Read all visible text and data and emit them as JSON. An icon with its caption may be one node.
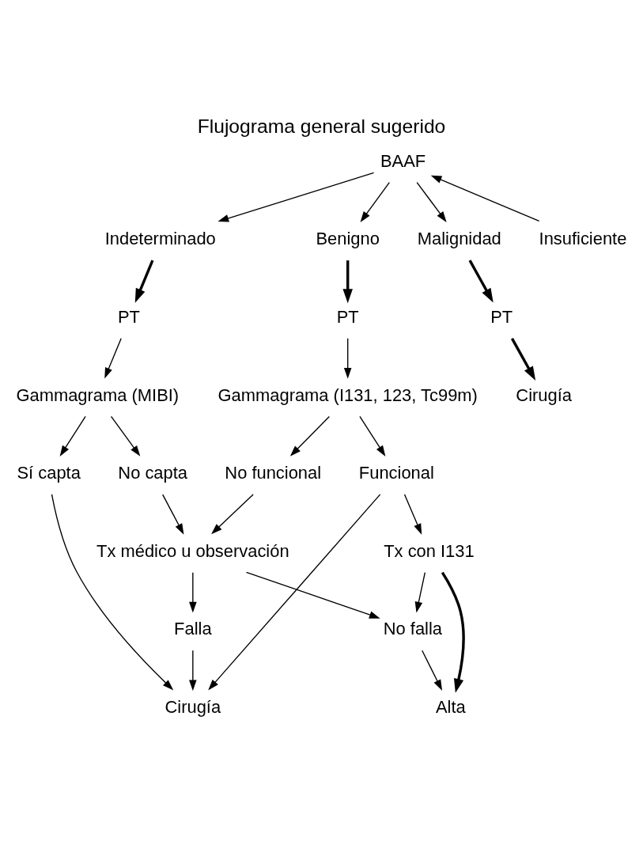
{
  "diagram": {
    "title": "Flujograma general sugerido",
    "nodes": [
      {
        "text": [
          "BAAF"
        ]
      },
      {
        "text": [
          "Insuficiente"
        ]
      },
      {
        "text": [
          "Benigno"
        ]
      },
      {
        "text": [
          "Malignidad"
        ]
      },
      {
        "text": [
          "Indeterminado"
        ]
      },
      {
        "text": [
          "PT"
        ]
      },
      {
        "text": [
          "PT"
        ]
      },
      {
        "text": [
          "PT"
        ]
      },
      {
        "text": [
          "Gammagrama (I131, 123, Tc99m)"
        ]
      },
      {
        "text": [
          "Cirugía"
        ]
      },
      {
        "text": [
          "Gammagrama (MIBI)"
        ]
      },
      {
        "text": [
          "Funcional"
        ]
      },
      {
        "text": [
          "No funcional"
        ]
      },
      {
        "text": [
          "No capta"
        ]
      },
      {
        "text": [
          "Sí capta"
        ]
      },
      {
        "text": [
          "Tx con I131"
        ]
      },
      {
        "text": [
          "Tx médico u observación"
        ]
      },
      {
        "text": [
          "No falla"
        ]
      },
      {
        "text": [
          "Falla"
        ]
      },
      {
        "text": [
          "Alta"
        ]
      },
      {
        "text": [
          "Cirugía"
        ]
      }
    ],
    "edges": [
      {
        "from": 1,
        "to": 0,
        "arrow": "to"
      },
      {
        "from": 0,
        "to": 2,
        "arrow": "to"
      },
      {
        "from": 0,
        "to": 3,
        "arrow": "to"
      },
      {
        "from": 0,
        "to": 4,
        "arrow": "to"
      },
      {
        "from": 2,
        "to": 5,
        "arrow": "to",
        "style": "thick"
      },
      {
        "from": 3,
        "to": 6,
        "arrow": "to",
        "style": "thick"
      },
      {
        "from": 4,
        "to": 7,
        "arrow": "to",
        "style": "thick"
      },
      {
        "from": 5,
        "to": 8,
        "arrow": "to"
      },
      {
        "from": 6,
        "to": 9,
        "arrow": "to",
        "style": "thick"
      },
      {
        "from": 7,
        "to": 10,
        "arrow": "to"
      },
      {
        "from": 8,
        "to": 11,
        "arrow": "to"
      },
      {
        "from": 8,
        "to": 12,
        "arrow": "to"
      },
      {
        "from": 10,
        "to": 13,
        "arrow": "to"
      },
      {
        "from": 10,
        "to": 14,
        "arrow": "to"
      },
      {
        "from": 11,
        "to": 15,
        "arrow": "to"
      },
      {
        "from": 12,
        "to": 16,
        "arrow": "to"
      },
      {
        "from": 13,
        "to": 16,
        "arrow": "to"
      },
      {
        "from": 15,
        "to": 17,
        "arrow": "to"
      },
      {
        "from": 16,
        "to": 17,
        "arrow": "to"
      },
      {
        "from": 16,
        "to": 18,
        "arrow": "to"
      },
      {
        "from": 15,
        "to": 19,
        "arrow": "to",
        "style": "thick"
      },
      {
        "from": 17,
        "to": 19,
        "arrow": "to"
      },
      {
        "from": 11,
        "to": 20,
        "arrow": "to"
      },
      {
        "from": 18,
        "to": 20,
        "arrow": "to"
      },
      {
        "from": 14,
        "to": 20,
        "arrow": "to"
      }
    ]
  }
}
